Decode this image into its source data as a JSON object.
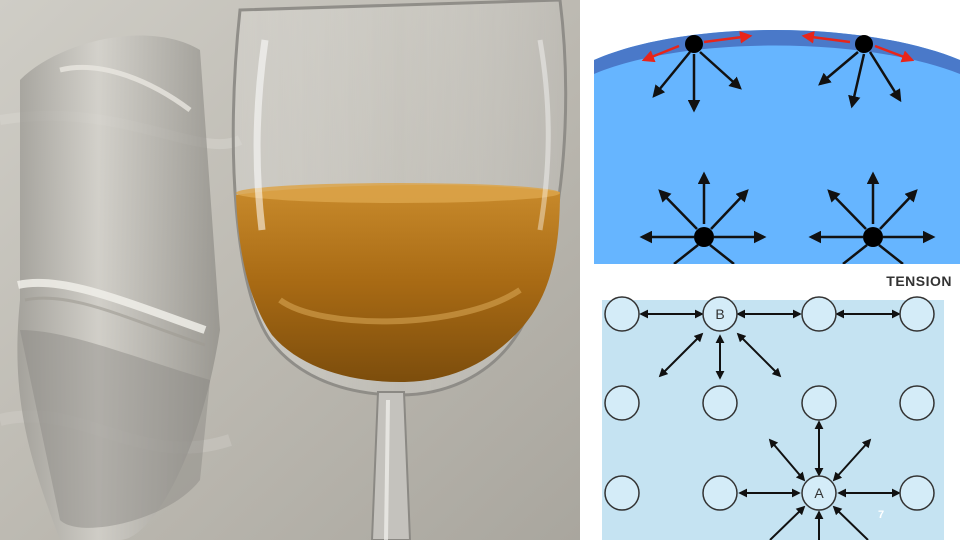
{
  "slide": {
    "page_number": "7"
  },
  "diagram": {
    "tension_label": "TENSION",
    "molecule_b_label": "B",
    "molecule_a_label": "A"
  },
  "colors": {
    "water": "#66b5ff",
    "surface_layer": "#4a79c9",
    "force_arrow": "#111111",
    "tension_arrow": "#e8251a",
    "lattice_fill": "#c5e3f2",
    "molecule_fill": "#d4ecf8"
  }
}
